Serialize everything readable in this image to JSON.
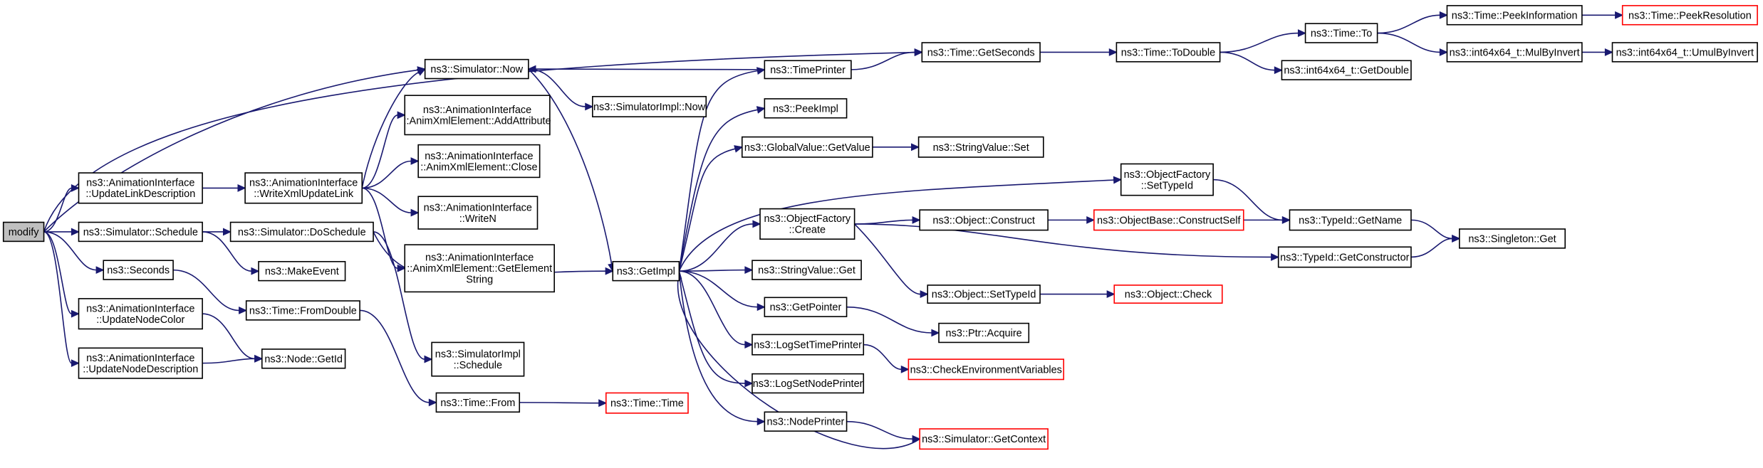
{
  "colors": {
    "edge": "#191970",
    "root_fill": "#bfbfbf",
    "truncated_border": "#ff0000",
    "border": "#000000"
  },
  "nodes": [
    {
      "id": "modify",
      "lines": [
        "modify"
      ],
      "root": true
    },
    {
      "id": "updLinkDesc",
      "lines": [
        "ns3::AnimationInterface",
        "::UpdateLinkDescription"
      ]
    },
    {
      "id": "schedule",
      "lines": [
        "ns3::Simulator::Schedule"
      ]
    },
    {
      "id": "seconds",
      "lines": [
        "ns3::Seconds"
      ]
    },
    {
      "id": "updNodeColor",
      "lines": [
        "ns3::AnimationInterface",
        "::UpdateNodeColor"
      ]
    },
    {
      "id": "updNodeDesc",
      "lines": [
        "ns3::AnimationInterface",
        "::UpdateNodeDescription"
      ]
    },
    {
      "id": "writeXmlUpd",
      "lines": [
        "ns3::AnimationInterface",
        "::WriteXmlUpdateLink"
      ]
    },
    {
      "id": "doSchedule",
      "lines": [
        "ns3::Simulator::DoSchedule"
      ]
    },
    {
      "id": "makeEvent",
      "lines": [
        "ns3::MakeEvent"
      ]
    },
    {
      "id": "fromDouble",
      "lines": [
        "ns3::Time::FromDouble"
      ]
    },
    {
      "id": "getId",
      "lines": [
        "ns3::Node::GetId"
      ]
    },
    {
      "id": "now",
      "lines": [
        "ns3::Simulator::Now"
      ]
    },
    {
      "id": "addAttr",
      "lines": [
        "ns3::AnimationInterface",
        "::AnimXmlElement::AddAttribute"
      ]
    },
    {
      "id": "close",
      "lines": [
        "ns3::AnimationInterface",
        "::AnimXmlElement::Close"
      ]
    },
    {
      "id": "writeN",
      "lines": [
        "ns3::AnimationInterface",
        "::WriteN"
      ]
    },
    {
      "id": "getElemStr",
      "lines": [
        "ns3::AnimationInterface",
        "::AnimXmlElement::GetElement",
        "String"
      ]
    },
    {
      "id": "implSchedule",
      "lines": [
        "ns3::SimulatorImpl",
        "::Schedule"
      ]
    },
    {
      "id": "timeFrom",
      "lines": [
        "ns3::Time::From"
      ]
    },
    {
      "id": "implNow",
      "lines": [
        "ns3::SimulatorImpl::Now"
      ]
    },
    {
      "id": "timeTime",
      "lines": [
        "ns3::Time::Time"
      ],
      "red": true
    },
    {
      "id": "getImpl",
      "lines": [
        "ns3::GetImpl"
      ]
    },
    {
      "id": "timePrinter",
      "lines": [
        "ns3::TimePrinter"
      ]
    },
    {
      "id": "peekImpl",
      "lines": [
        "ns3::PeekImpl"
      ]
    },
    {
      "id": "gvGetValue",
      "lines": [
        "ns3::GlobalValue::GetValue"
      ]
    },
    {
      "id": "ofCreate",
      "lines": [
        "ns3::ObjectFactory",
        "::Create"
      ]
    },
    {
      "id": "svGet",
      "lines": [
        "ns3::StringValue::Get"
      ]
    },
    {
      "id": "getPointer",
      "lines": [
        "ns3::GetPointer"
      ]
    },
    {
      "id": "logSetTime",
      "lines": [
        "ns3::LogSetTimePrinter"
      ]
    },
    {
      "id": "logSetNode",
      "lines": [
        "ns3::LogSetNodePrinter"
      ]
    },
    {
      "id": "nodePrinter",
      "lines": [
        "ns3::NodePrinter"
      ]
    },
    {
      "id": "getSeconds",
      "lines": [
        "ns3::Time::GetSeconds"
      ]
    },
    {
      "id": "svSet",
      "lines": [
        "ns3::StringValue::Set"
      ]
    },
    {
      "id": "ofSetTypeId",
      "lines": [
        "ns3::ObjectFactory",
        "::SetTypeId"
      ]
    },
    {
      "id": "objConstruct",
      "lines": [
        "ns3::Object::Construct"
      ]
    },
    {
      "id": "objSetTypeId",
      "lines": [
        "ns3::Object::SetTypeId"
      ]
    },
    {
      "id": "ptrAcquire",
      "lines": [
        "ns3::Ptr::Acquire"
      ]
    },
    {
      "id": "checkEnv",
      "lines": [
        "ns3::CheckEnvironmentVariables"
      ],
      "red": true
    },
    {
      "id": "getContext",
      "lines": [
        "ns3::Simulator::GetContext"
      ],
      "red": true
    },
    {
      "id": "toDouble",
      "lines": [
        "ns3::Time::ToDouble"
      ]
    },
    {
      "id": "constructSelf",
      "lines": [
        "ns3::ObjectBase::ConstructSelf"
      ],
      "red": true
    },
    {
      "id": "objCheck",
      "lines": [
        "ns3::Object::Check"
      ],
      "red": true
    },
    {
      "id": "timeTo",
      "lines": [
        "ns3::Time::To"
      ]
    },
    {
      "id": "i64GetDouble",
      "lines": [
        "ns3::int64x64_t::GetDouble"
      ]
    },
    {
      "id": "typeIdGetName",
      "lines": [
        "ns3::TypeId::GetName"
      ]
    },
    {
      "id": "typeIdGetCtor",
      "lines": [
        "ns3::TypeId::GetConstructor"
      ]
    },
    {
      "id": "peekInfo",
      "lines": [
        "ns3::Time::PeekInformation"
      ]
    },
    {
      "id": "mulByInvert",
      "lines": [
        "ns3::int64x64_t::MulByInvert"
      ]
    },
    {
      "id": "singletonGet",
      "lines": [
        "ns3::Singleton::Get"
      ]
    },
    {
      "id": "peekRes",
      "lines": [
        "ns3::Time::PeekResolution"
      ],
      "red": true
    },
    {
      "id": "umulByInvert",
      "lines": [
        "ns3::int64x64_t::UmulByInvert"
      ]
    }
  ],
  "edges": [
    [
      "modify",
      "updLinkDesc"
    ],
    [
      "modify",
      "schedule"
    ],
    [
      "modify",
      "seconds"
    ],
    [
      "modify",
      "updNodeColor"
    ],
    [
      "modify",
      "updNodeDesc"
    ],
    [
      "modify",
      "now"
    ],
    [
      "modify",
      "getSeconds"
    ],
    [
      "updLinkDesc",
      "writeXmlUpd"
    ],
    [
      "writeXmlUpd",
      "now"
    ],
    [
      "writeXmlUpd",
      "addAttr"
    ],
    [
      "writeXmlUpd",
      "close"
    ],
    [
      "writeXmlUpd",
      "writeN"
    ],
    [
      "writeXmlUpd",
      "getElemStr"
    ],
    [
      "schedule",
      "doSchedule"
    ],
    [
      "schedule",
      "makeEvent"
    ],
    [
      "seconds",
      "fromDouble"
    ],
    [
      "updNodeColor",
      "getId"
    ],
    [
      "updNodeDesc",
      "getId"
    ],
    [
      "doSchedule",
      "getImpl"
    ],
    [
      "doSchedule",
      "implSchedule"
    ],
    [
      "fromDouble",
      "timeFrom"
    ],
    [
      "timeFrom",
      "timeTime"
    ],
    [
      "now",
      "implNow"
    ],
    [
      "now",
      "getImpl"
    ],
    [
      "getImpl",
      "timePrinter"
    ],
    [
      "getImpl",
      "peekImpl"
    ],
    [
      "getImpl",
      "gvGetValue"
    ],
    [
      "getImpl",
      "ofSetTypeId"
    ],
    [
      "getImpl",
      "ofCreate"
    ],
    [
      "getImpl",
      "svGet"
    ],
    [
      "getImpl",
      "getPointer"
    ],
    [
      "getImpl",
      "logSetTime"
    ],
    [
      "getImpl",
      "logSetNode"
    ],
    [
      "getImpl",
      "nodePrinter"
    ],
    [
      "timePrinter",
      "now"
    ],
    [
      "timePrinter",
      "getSeconds"
    ],
    [
      "gvGetValue",
      "svSet"
    ],
    [
      "ofCreate",
      "objConstruct"
    ],
    [
      "ofCreate",
      "typeIdGetCtor"
    ],
    [
      "ofCreate",
      "objSetTypeId"
    ],
    [
      "getPointer",
      "ptrAcquire"
    ],
    [
      "logSetTime",
      "checkEnv"
    ],
    [
      "nodePrinter",
      "getContext"
    ],
    [
      "getContext",
      "getImpl"
    ],
    [
      "getSeconds",
      "toDouble"
    ],
    [
      "toDouble",
      "timeTo"
    ],
    [
      "toDouble",
      "i64GetDouble"
    ],
    [
      "timeTo",
      "peekInfo"
    ],
    [
      "timeTo",
      "mulByInvert"
    ],
    [
      "peekInfo",
      "peekRes"
    ],
    [
      "mulByInvert",
      "umulByInvert"
    ],
    [
      "ofSetTypeId",
      "typeIdGetName"
    ],
    [
      "objConstruct",
      "constructSelf"
    ],
    [
      "constructSelf",
      "typeIdGetName"
    ],
    [
      "objSetTypeId",
      "objCheck"
    ],
    [
      "typeIdGetName",
      "singletonGet"
    ],
    [
      "typeIdGetCtor",
      "singletonGet"
    ]
  ]
}
